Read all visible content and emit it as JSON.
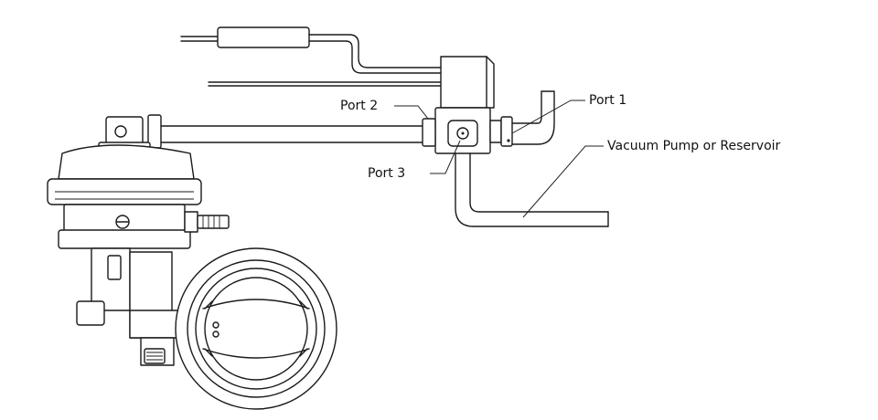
{
  "labels": {
    "port1": "Port 1",
    "port2": "Port 2",
    "port3": "Port 3",
    "vacuum": "Vacuum Pump or Reservoir"
  },
  "colors": {
    "line": "#1a1a1a",
    "background": "#ffffff"
  }
}
